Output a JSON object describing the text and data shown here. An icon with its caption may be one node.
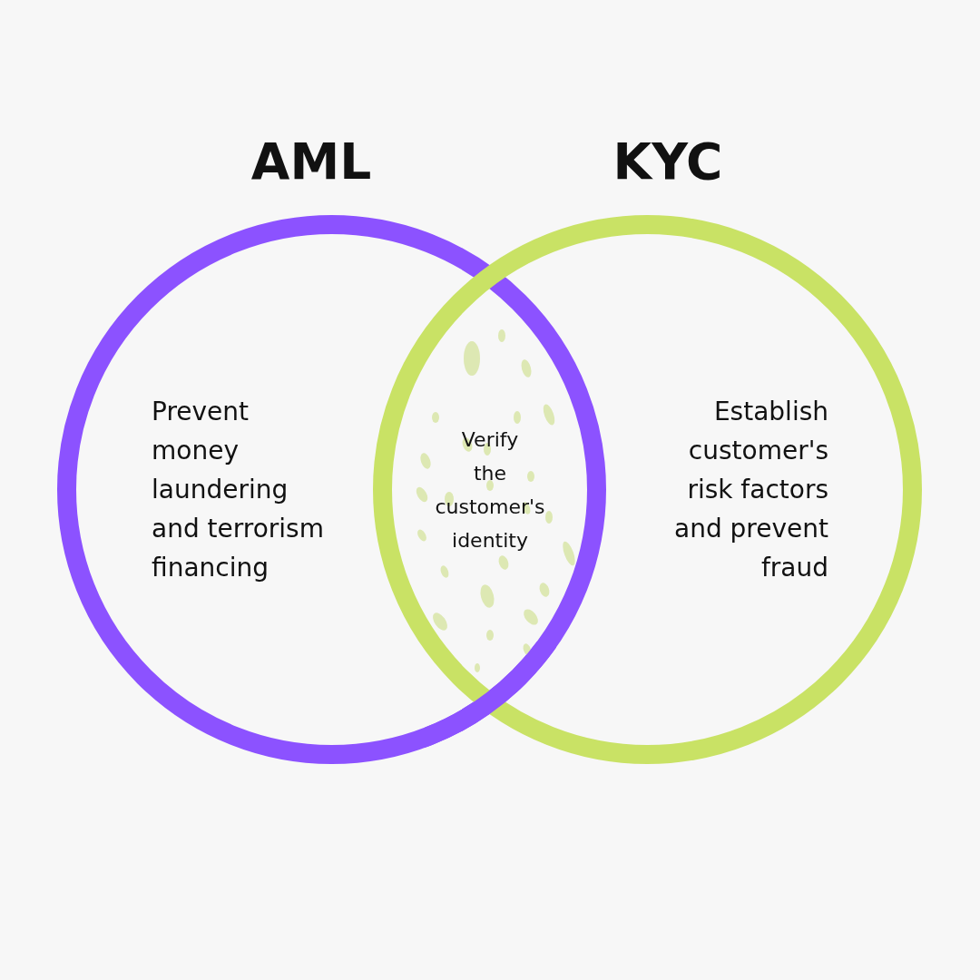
{
  "diagram": {
    "nodes": [
      {
        "text": [
          "AML",
          "Prevent money laundering and terrorism financing"
        ]
      },
      {
        "text": [
          "KYC",
          "Establish customer's risk factors and prevent fraud"
        ]
      },
      {
        "text": [
          "Verify the customer's identity"
        ]
      }
    ]
  }
}
